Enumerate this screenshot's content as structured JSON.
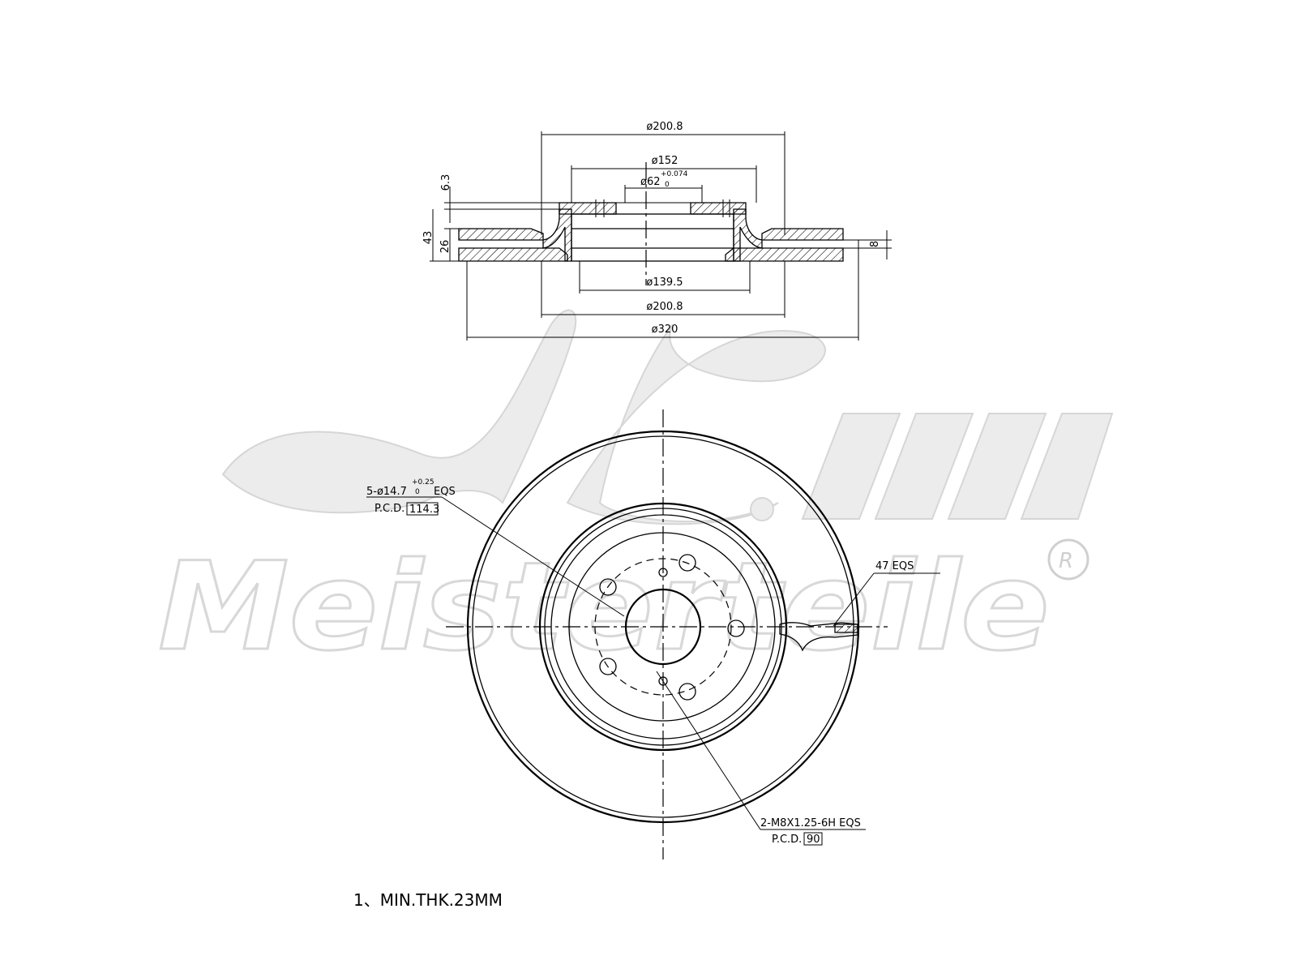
{
  "watermark": {
    "brand_text": "Meisterteile",
    "registered_mark": "R"
  },
  "side_view": {
    "dim_outer_hat": "ø200.8",
    "dim_hat_top": "ø152",
    "dim_center_bore": "ø62",
    "dim_center_bore_tol_upper": "+0.074",
    "dim_center_bore_tol_lower": "0",
    "dim_hat_inner": "ø139.5",
    "dim_hat_outer_bottom": "ø200.8",
    "dim_disc_diameter": "ø320",
    "dim_hat_thickness": "6.3",
    "dim_total_height": "43",
    "dim_disc_thickness": "26",
    "dim_vent_gap": "8"
  },
  "front_view": {
    "bolt_holes_label": "5-ø14.7",
    "bolt_holes_tol_upper": "+0.25",
    "bolt_holes_tol_lower": "0",
    "bolt_holes_suffix": "EQS",
    "bolt_pcd_prefix": "P.C.D.",
    "bolt_pcd_value": "114.3",
    "vanes_label": "47 EQS",
    "thread_holes_label": "2-M8X1.25-6H EQS",
    "thread_pcd_prefix": "P.C.D.",
    "thread_pcd_value": "90"
  },
  "notes": {
    "min_thickness": "1、MIN.THK.23MM"
  }
}
